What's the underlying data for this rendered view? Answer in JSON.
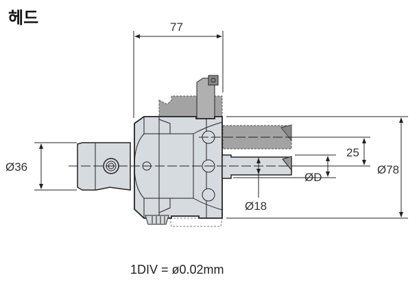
{
  "title": "헤드",
  "dimensions": {
    "length": "77",
    "shank_diameter": "Ø36",
    "offset": "25",
    "max_diameter": "Ø78",
    "bore_diameter": "ØD",
    "bar_diameter": "Ø18"
  },
  "footnote": "1DIV = ø0.02mm",
  "colors": {
    "body": "#d6dbdf",
    "ghost": "#a3a3a3",
    "line": "#222222"
  }
}
